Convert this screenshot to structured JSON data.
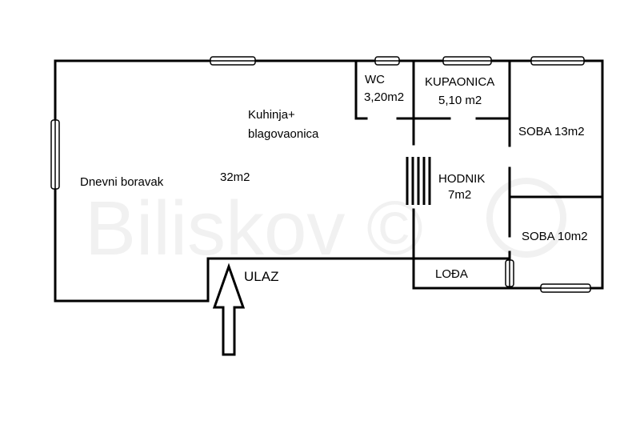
{
  "watermark": "Biliskov ©",
  "rooms": {
    "living": {
      "name": "Dnevni boravak"
    },
    "kitchen": {
      "name_line1": "Kuhinja+",
      "name_line2": "blagovaonica",
      "area": "32m2"
    },
    "wc": {
      "name": "WC",
      "area": "3,20m2"
    },
    "bathroom": {
      "name": "KUPAONICA",
      "area": "5,10 m2"
    },
    "room1": {
      "name": "SOBA 13m2"
    },
    "hall": {
      "name": "HODNIK",
      "area": "7m2"
    },
    "room2": {
      "name": "SOBA 10m2"
    },
    "loggia": {
      "name": "LOĐA"
    }
  },
  "entrance": {
    "label": "ULAZ"
  }
}
